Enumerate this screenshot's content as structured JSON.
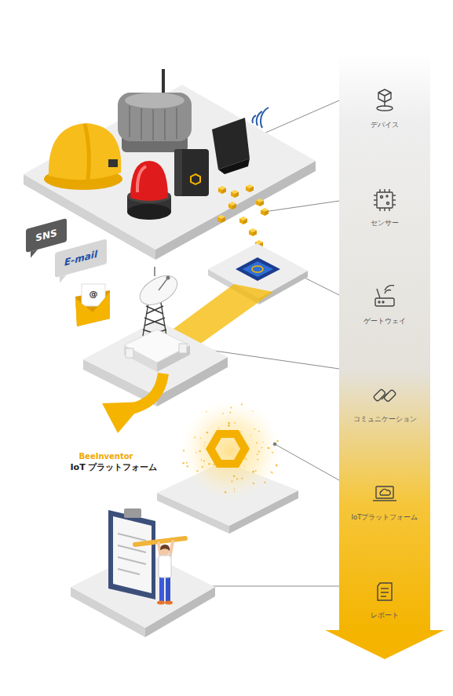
{
  "diagram": {
    "nodes": [
      {
        "text": [
          "SNS"
        ]
      },
      {
        "text": [
          "E-mail"
        ]
      }
    ],
    "labels": [
      "@",
      "BeeInventor",
      "IoT プラットフォーム",
      "デバイス",
      "センサー",
      "ゲートウェイ",
      "コミュニケーション",
      "IoTプラットフォーム",
      "レポート"
    ]
  }
}
